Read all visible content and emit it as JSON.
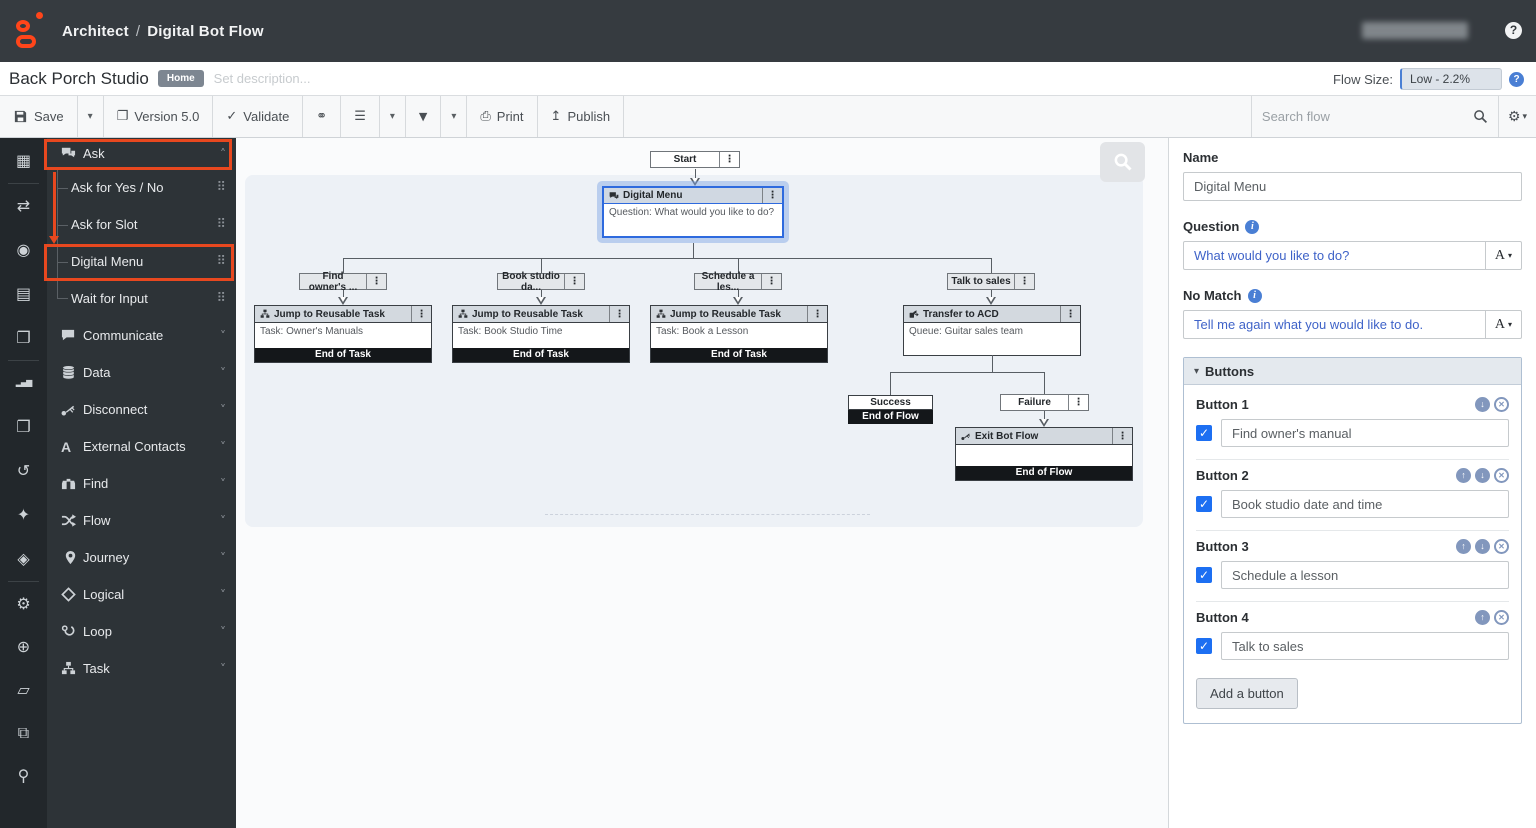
{
  "colors": {
    "accent_orange": "#ff451a",
    "highlight_outline": "#e8481f",
    "selected_blue": "#2e6ade",
    "expression_blue": "#3f63c8",
    "checkbox_blue": "#1d6ff2"
  },
  "header": {
    "app_name": "Architect",
    "separator": "/",
    "page_title": "Digital Bot Flow",
    "help": "?"
  },
  "subheader": {
    "flow_name": "Back Porch Studio",
    "home_badge": "Home",
    "description_placeholder": "Set description...",
    "flow_size_label": "Flow Size:",
    "flow_size_value": "Low - 2.2%",
    "help": "?"
  },
  "toolbar": {
    "save": "Save",
    "version": "Version 5.0",
    "validate": "Validate",
    "print": "Print",
    "publish": "Publish",
    "search_placeholder": "Search flow"
  },
  "icons": {
    "kebab": "⋮",
    "drag": "⠿",
    "chevron_up": "˄",
    "chevron_down": "˅",
    "caret_down": "▾",
    "check": "✓",
    "gear": "⚙",
    "link": "⚭",
    "list": "☰",
    "filter": "▼",
    "print": "⎙",
    "publish": "↥",
    "info": "i",
    "external_contacts": "A",
    "rail": [
      "▦",
      "⇄",
      "◉",
      "▤",
      "❐",
      "▂▄▆",
      "❐",
      "↺",
      "✦",
      "◈",
      "⚙",
      "⊕",
      "▱",
      "⧉",
      "⚲"
    ]
  },
  "sidebar": {
    "categories": [
      {
        "label": "Ask"
      },
      {
        "label": "Communicate"
      },
      {
        "label": "Data"
      },
      {
        "label": "Disconnect"
      },
      {
        "label": "External Contacts"
      },
      {
        "label": "Find"
      },
      {
        "label": "Flow"
      },
      {
        "label": "Journey"
      },
      {
        "label": "Logical"
      },
      {
        "label": "Loop"
      },
      {
        "label": "Task"
      }
    ],
    "ask_items": [
      {
        "label": "Ask for Yes / No"
      },
      {
        "label": "Ask for Slot"
      },
      {
        "label": "Digital Menu"
      },
      {
        "label": "Wait for Input"
      }
    ]
  },
  "canvas": {
    "start_label": "Start",
    "selected_node": {
      "title": "Digital Menu",
      "body": "Question: What would you like to do?"
    },
    "branches": [
      {
        "label": "Find owner's ...",
        "title": "Jump to Reusable Task",
        "body": "Task: Owner's Manuals",
        "footer": "End of Task"
      },
      {
        "label": "Book studio da...",
        "title": "Jump to Reusable Task",
        "body": "Task: Book Studio Time",
        "footer": "End of Task"
      },
      {
        "label": "Schedule a les...",
        "title": "Jump to Reusable Task",
        "body": "Task: Book a Lesson",
        "footer": "End of Task"
      },
      {
        "label": "Talk to sales",
        "title": "Transfer to ACD",
        "body": "Queue: Guitar sales team"
      }
    ],
    "success": {
      "label": "Success",
      "footer": "End of Flow"
    },
    "failure": {
      "label": "Failure"
    },
    "exit_node": {
      "title": "Exit Bot Flow",
      "footer": "End of Flow"
    }
  },
  "inspector": {
    "name_label": "Name",
    "name_value": "Digital Menu",
    "question_label": "Question",
    "question_value": "What would you like to do?",
    "no_match_label": "No Match",
    "no_match_value": "Tell me again what you would like to do.",
    "font_control": "A",
    "buttons_section": {
      "header": "Buttons",
      "buttons": [
        {
          "label": "Button 1",
          "value": "Find owner's manual"
        },
        {
          "label": "Button 2",
          "value": "Book studio date and time"
        },
        {
          "label": "Button 3",
          "value": "Schedule a lesson"
        },
        {
          "label": "Button 4",
          "value": "Talk to sales"
        }
      ],
      "add_button": "Add a button"
    }
  }
}
